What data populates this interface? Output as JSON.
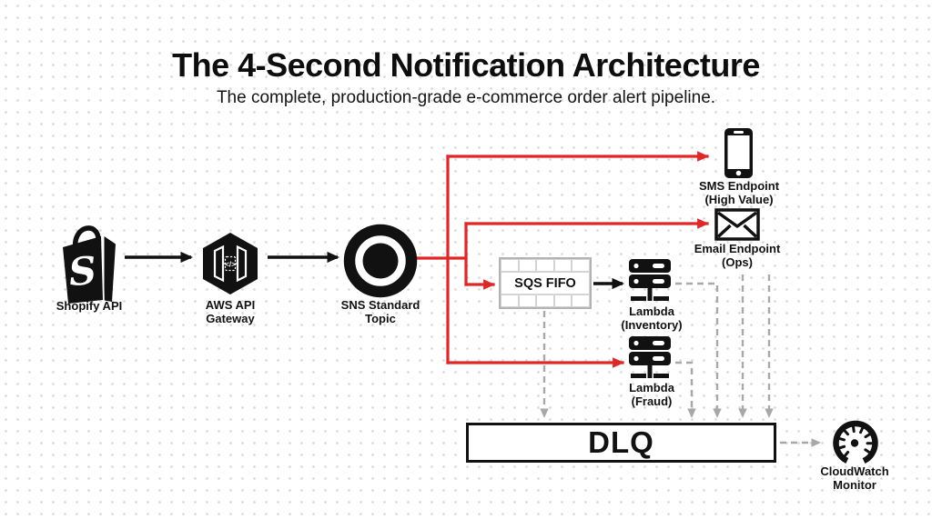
{
  "title": "The 4-Second Notification Architecture",
  "subtitle": "The complete, production-grade e-commerce order alert pipeline.",
  "colors": {
    "flow_red": "#e02626",
    "line_black": "#111111",
    "dashed_gray": "#a8a8a8",
    "sqs_border_gray": "#b3b3b3",
    "background_dot_gray": "#d9d9d9"
  },
  "nodes": {
    "shopify": {
      "label": "Shopify API"
    },
    "gateway": {
      "line1": "AWS API",
      "line2": "Gateway",
      "icon_glyph": "</>"
    },
    "sns": {
      "line1": "SNS Standard",
      "line2": "Topic"
    },
    "sqs": {
      "label": "SQS FIFO"
    },
    "lambda_inventory": {
      "line1": "Lambda",
      "line2": "(Inventory)"
    },
    "lambda_fraud": {
      "line1": "Lambda",
      "line2": "(Fraud)"
    },
    "sms": {
      "line1": "SMS Endpoint",
      "line2": "(High Value)"
    },
    "email": {
      "line1": "Email Endpoint",
      "line2": "(Ops)"
    },
    "dlq": {
      "label": "DLQ"
    },
    "cloudwatch": {
      "line1": "CloudWatch",
      "line2": "Monitor"
    }
  },
  "edges": [
    {
      "from": "shopify",
      "to": "gateway",
      "style": "solid-black"
    },
    {
      "from": "gateway",
      "to": "sns",
      "style": "solid-black"
    },
    {
      "from": "sns",
      "to": "sms",
      "style": "solid-red"
    },
    {
      "from": "sns",
      "to": "email",
      "style": "solid-red"
    },
    {
      "from": "sns",
      "to": "sqs",
      "style": "solid-red"
    },
    {
      "from": "sns",
      "to": "lambda_fraud",
      "style": "solid-red"
    },
    {
      "from": "sqs",
      "to": "lambda_inventory",
      "style": "solid-black"
    },
    {
      "from": "sqs",
      "to": "dlq",
      "style": "dashed-gray"
    },
    {
      "from": "lambda_inventory",
      "to": "dlq",
      "style": "dashed-gray"
    },
    {
      "from": "lambda_fraud",
      "to": "dlq",
      "style": "dashed-gray"
    },
    {
      "from": "sms",
      "to": "dlq",
      "style": "dashed-gray"
    },
    {
      "from": "email",
      "to": "dlq",
      "style": "dashed-gray"
    },
    {
      "from": "dlq",
      "to": "cloudwatch",
      "style": "dashed-gray"
    }
  ]
}
